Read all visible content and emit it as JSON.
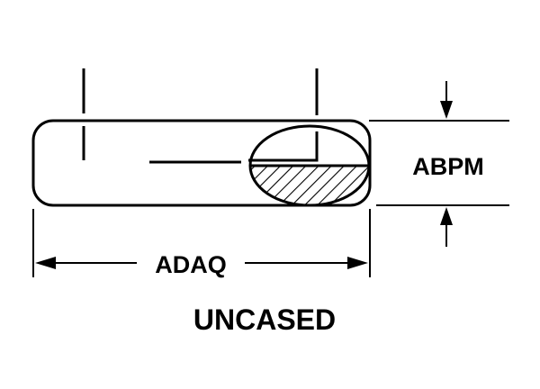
{
  "labels": {
    "width": "ABPM",
    "length": "ADAQ",
    "caption": "UNCASED"
  }
}
